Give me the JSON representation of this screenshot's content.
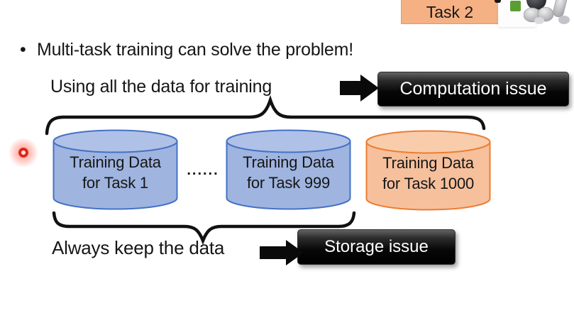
{
  "palette": {
    "slide_bg": "#FFFFFF",
    "text": "#161616",
    "issue_box_bg": "#000000",
    "issue_box_text": "#FFFFFF",
    "blue_cylinder_fill": "#9FB4DF",
    "blue_cylinder_top": "#AFC1E6",
    "blue_cylinder_stroke": "#4472C4",
    "orange_cylinder_fill": "#F6C09C",
    "orange_cylinder_top": "#F9CDAC",
    "orange_cylinder_stroke": "#ED7D31",
    "task_box_bg": "#F5B183",
    "green_square": "#5A9E33",
    "laser_red": "#E1251B",
    "arrow_color": "#000000"
  },
  "top_right": {
    "task_box_label": "Task 2",
    "robot_icon": "robot-image",
    "green_square_icon": "green-square"
  },
  "bullet_line": {
    "marker": "•",
    "text": "Multi-task training can solve the problem!"
  },
  "computation_flow": {
    "label": "Using all the data for training",
    "arrow_icon": "right-block-arrow",
    "issue_label": "Computation issue"
  },
  "storage_flow": {
    "label": "Always keep the data",
    "arrow_icon": "right-block-arrow",
    "issue_label": "Storage issue"
  },
  "cylinders": [
    {
      "line1": "Training Data",
      "line2": "for Task 1",
      "fill": "#9FB4DF",
      "top_fill": "#AFC1E6",
      "stroke": "#4472C4"
    },
    {
      "line1": "Training Data",
      "line2": "for Task 999",
      "fill": "#9FB4DF",
      "top_fill": "#AFC1E6",
      "stroke": "#4472C4"
    },
    {
      "line1": "Training Data",
      "line2": "for Task 1000",
      "fill": "#F6C09C",
      "top_fill": "#F9CDAC",
      "stroke": "#ED7D31"
    }
  ],
  "ellipsis": "......"
}
